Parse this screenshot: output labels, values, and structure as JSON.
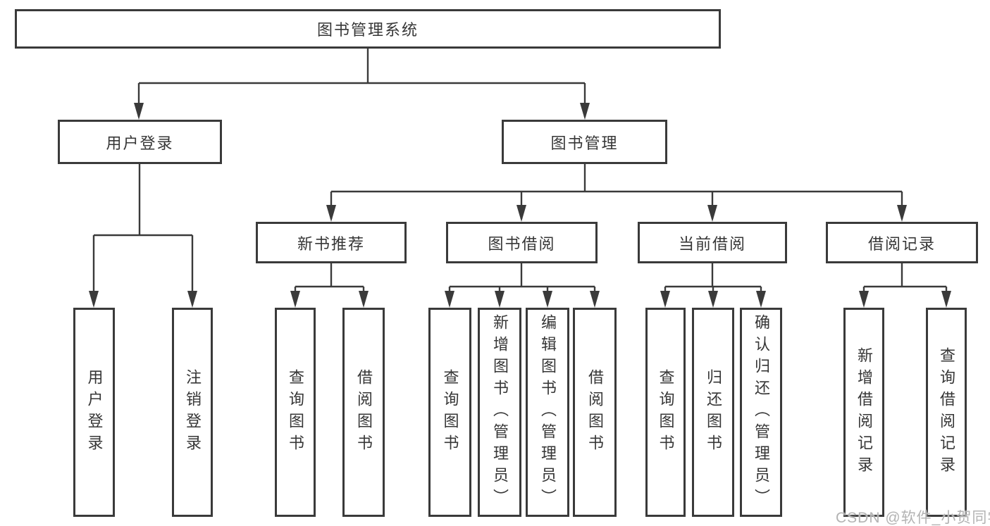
{
  "diagram": {
    "root": "图书管理系统",
    "level2": {
      "user_login": "用户登录",
      "book_mgmt": "图书管理"
    },
    "level3": {
      "new_books": "新书推荐",
      "borrowing": "图书借阅",
      "current": "当前借阅",
      "records": "借阅记录"
    },
    "leaves": {
      "user_login": [
        "用户登录",
        "注销登录"
      ],
      "new_books": [
        "查询图书",
        "借阅图书"
      ],
      "borrowing": [
        "查询图书",
        "新增图书（管理员）",
        "编辑图书（管理员）",
        "借阅图书"
      ],
      "current": [
        "查询图书",
        "归还图书",
        "确认归还（管理员）"
      ],
      "records": [
        "新增借阅记录",
        "查询借阅记录"
      ]
    },
    "watermark": "CSDN @软件_小贺同学",
    "colors": {
      "line": "#3a3a3a",
      "text": "#363636",
      "watermark": "#b3b3b3",
      "background": "#ffffff"
    }
  }
}
